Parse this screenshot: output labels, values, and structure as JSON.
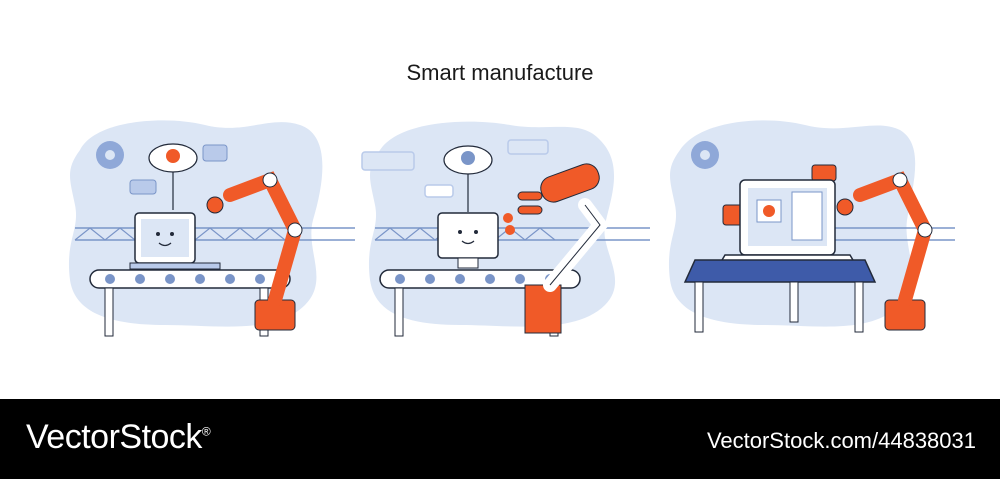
{
  "title": "Smart manufacture",
  "scenes": [
    {
      "name": "laptop-assembly-scene",
      "icons": [
        "gear-icon",
        "cloud-brain-icon",
        "binary-chip-icon",
        "chat-bubble-icon",
        "robot-arm-icon",
        "conveyor-belt-icon",
        "laptop-robot-face-icon"
      ]
    },
    {
      "name": "monitor-assembly-scene",
      "icons": [
        "cloud-brain-icon",
        "chat-bubble-icon",
        "robot-gripper-icon",
        "conveyor-belt-icon",
        "monitor-robot-face-icon"
      ]
    },
    {
      "name": "laptop-ai-scene",
      "icons": [
        "gear-icon",
        "binary-chip-icon",
        "robot-face-bubble-icon",
        "laptop-brain-icon",
        "robot-arm-icon",
        "table-icon"
      ]
    }
  ],
  "colors": {
    "accent_orange": "#F05A28",
    "blob_blue": "#DCE6F5",
    "line_blue": "#7A95C8",
    "outline": "#222a3a",
    "table_blue": "#3E5BA9"
  },
  "footer": {
    "brand_left": "VectorStock",
    "brand_left_mark": "®",
    "brand_right": "VectorStock.com/44838031"
  }
}
